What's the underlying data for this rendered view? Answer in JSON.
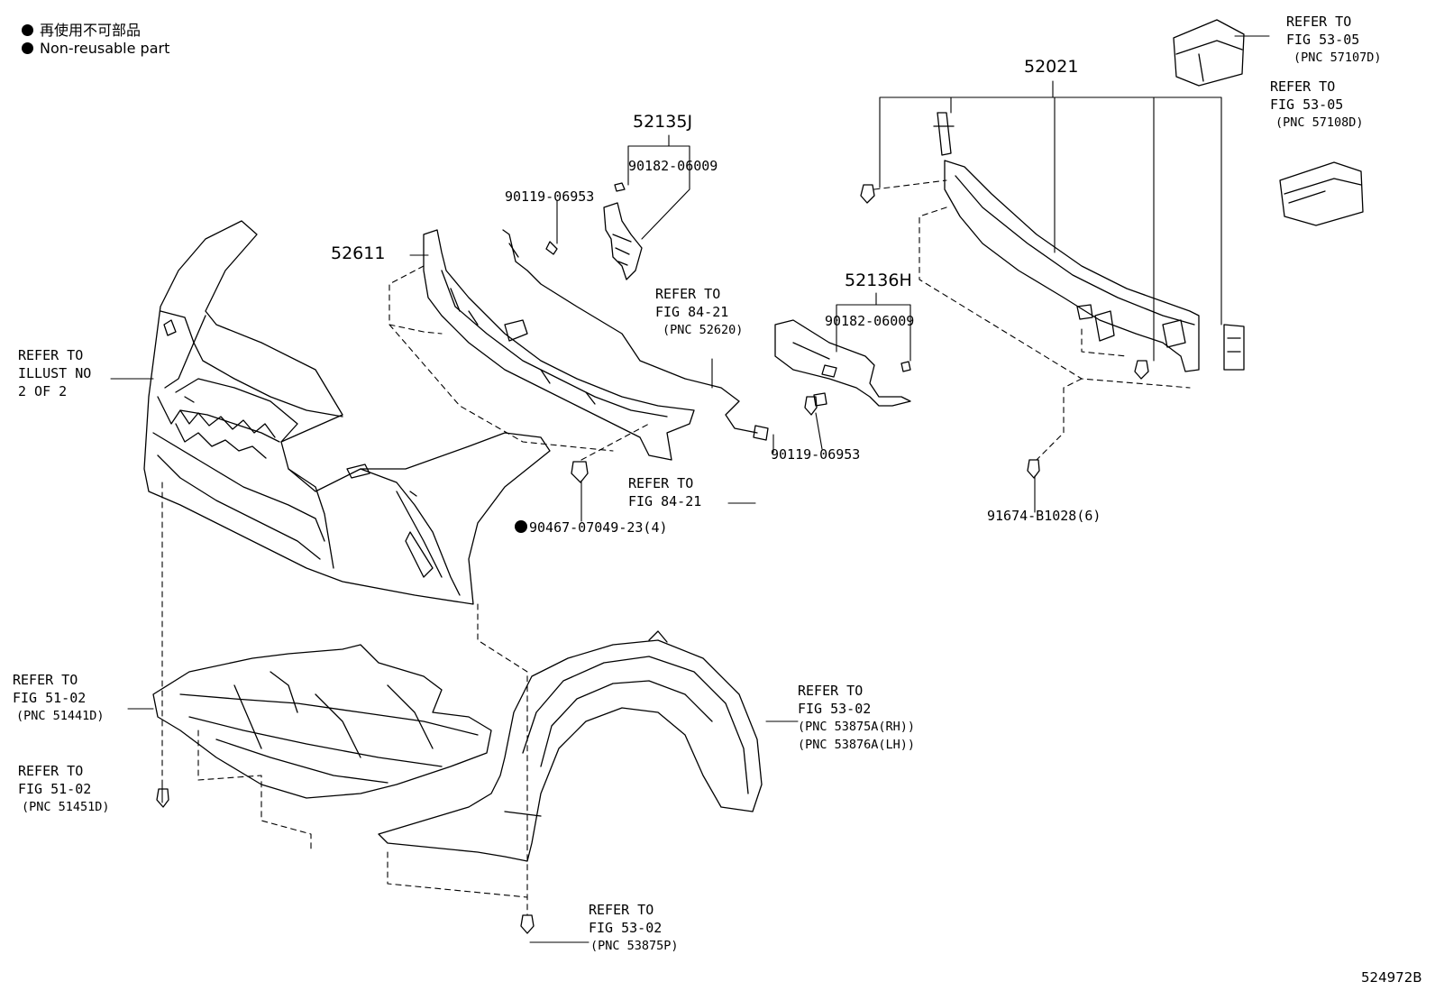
{
  "legend": {
    "line1": "再使用不可部品",
    "line2": "Non-reusable part"
  },
  "parts": {
    "p52021": "52021",
    "p52135j": "52135J",
    "p52611": "52611",
    "p52136h": "52136H",
    "p90182_a": "90182-06009",
    "p90119_a": "90119-06953",
    "p90182_b": "90182-06009",
    "p90119_b": "90119-06953",
    "p90467": "90467-07049-23(4)",
    "p91674": "91674-B1028(6)"
  },
  "refs": {
    "fig5305_a": {
      "l1": "REFER TO",
      "l2": "FIG 53-05",
      "l3": "(PNC 57107D)"
    },
    "fig5305_b": {
      "l1": "REFER TO",
      "l2": "FIG 53-05",
      "l3": "(PNC 57108D)"
    },
    "fig8421_a": {
      "l1": "REFER TO",
      "l2": "FIG 84-21",
      "l3": "(PNC 52620)"
    },
    "fig8421_b": {
      "l1": "REFER TO",
      "l2": "FIG 84-21"
    },
    "illust": {
      "l1": "REFER TO",
      "l2": "ILLUST NO",
      "l3": "2 OF 2"
    },
    "fig5102_a": {
      "l1": "REFER TO",
      "l2": "FIG 51-02",
      "l3": "(PNC 51441D)"
    },
    "fig5102_b": {
      "l1": "REFER TO",
      "l2": "FIG 51-02",
      "l3": "(PNC 51451D)"
    },
    "fig5302_a": {
      "l1": "REFER TO",
      "l2": "FIG 53-02",
      "l3": "(PNC 53875A(RH))",
      "l4": "(PNC 53876A(LH))"
    },
    "fig5302_b": {
      "l1": "REFER TO",
      "l2": "FIG 53-02",
      "l3": "(PNC 53875P)"
    }
  },
  "illustration_id": "524972B"
}
